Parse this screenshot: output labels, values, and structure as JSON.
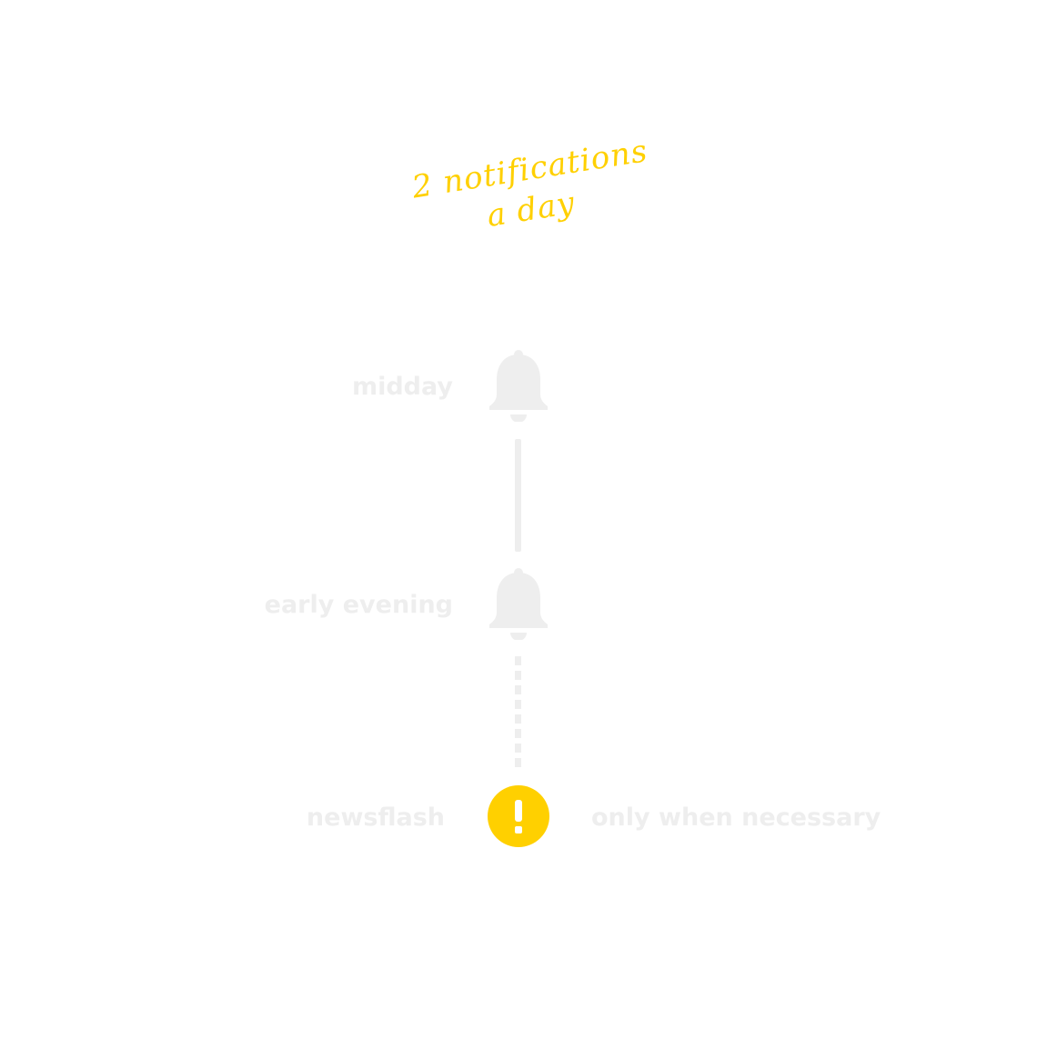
{
  "headline": {
    "line1": "2 notifications",
    "line2": "a day",
    "color": "#ffd000"
  },
  "timeline": {
    "items": [
      {
        "label": "midday",
        "icon": "bell-icon"
      },
      {
        "label": "early evening",
        "icon": "bell-icon"
      },
      {
        "label": "newsflash",
        "icon": "alert-icon",
        "note": "only when necessary"
      }
    ],
    "muted_color": "#eeeeee",
    "accent_color": "#ffd000"
  }
}
